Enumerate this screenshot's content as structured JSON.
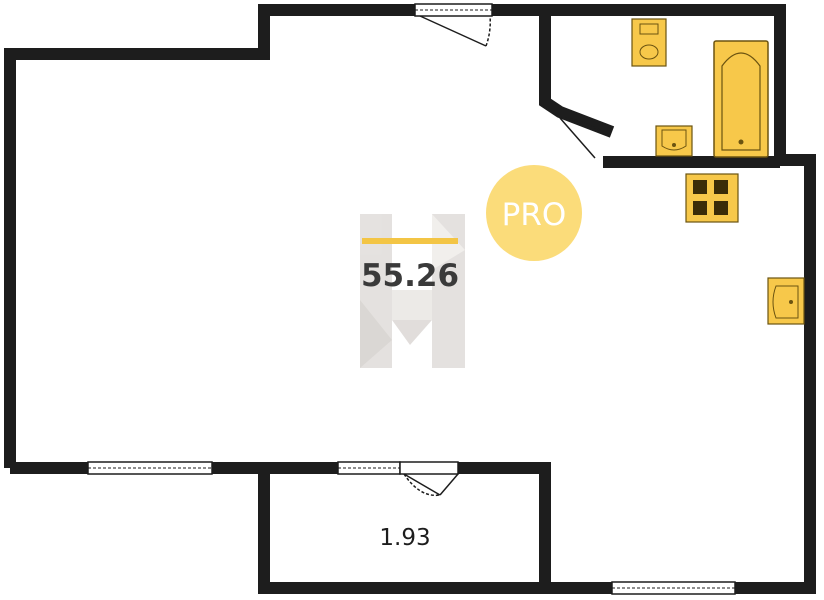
{
  "plan": {
    "main_area": "55.26",
    "balcony_area": "1.93",
    "badge_label": "PRO"
  },
  "colors": {
    "wall": "#1d1d1d",
    "fixture_fill": "#f7c84a",
    "fixture_stroke": "#6b5310",
    "badge_fill": "#fbdc7a",
    "badge_text": "#ffffff",
    "area_text": "#3a3a3a",
    "accent_bar": "#f3c545",
    "watermark": "#d9d6d3"
  },
  "icons": [
    "toilet-icon",
    "bathtub-icon",
    "sink-icon",
    "stove-icon",
    "door-swing-icon",
    "window-icon"
  ]
}
